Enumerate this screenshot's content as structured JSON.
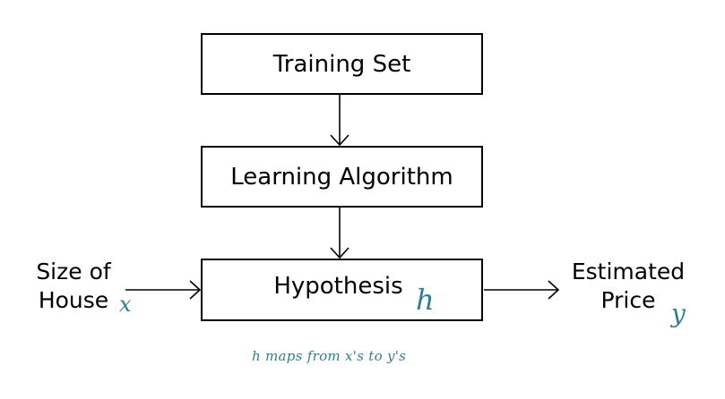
{
  "diagram": {
    "boxes": {
      "training_set": "Training Set",
      "learning_algorithm": "Learning Algorithm",
      "hypothesis": "Hypothesis"
    },
    "input": {
      "line1": "Size of",
      "line2": "House",
      "variable": "x"
    },
    "output": {
      "line1": "Estimated",
      "line2": "Price",
      "variable": "y"
    },
    "hypothesis_variable": "h",
    "caption": "h maps from x's to y's",
    "edges": [
      {
        "from": "training_set",
        "to": "learning_algorithm"
      },
      {
        "from": "learning_algorithm",
        "to": "hypothesis"
      },
      {
        "from": "input",
        "to": "hypothesis"
      },
      {
        "from": "hypothesis",
        "to": "output"
      }
    ],
    "colors": {
      "stroke": "#000000",
      "script_accent": "#2f7f92"
    }
  }
}
